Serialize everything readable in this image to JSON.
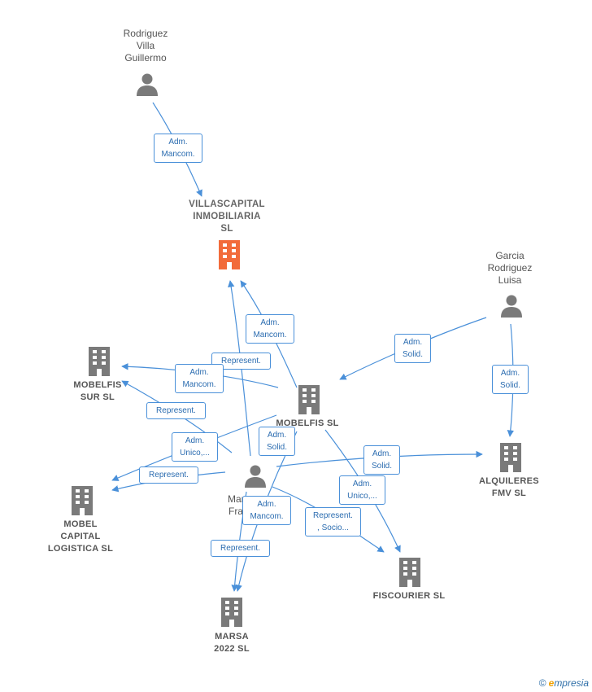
{
  "people": [
    {
      "id": "p1",
      "label": "Rodriguez\nVilla\nGuillermo"
    },
    {
      "id": "p2",
      "label": "Garcia\nRodriguez\nLuisa"
    },
    {
      "id": "p3",
      "label": "Mar...\nFra..."
    }
  ],
  "companies": [
    {
      "id": "c1",
      "label": "VILLASCAPITAL\nINMOBILIARIA\nSL",
      "highlight": true
    },
    {
      "id": "c2",
      "label": "MOBELFIS\nSUR SL",
      "highlight": false
    },
    {
      "id": "c3",
      "label": "MOBELFIS SL",
      "highlight": false
    },
    {
      "id": "c4",
      "label": "ALQUILERES\nFMV SL",
      "highlight": false
    },
    {
      "id": "c5",
      "label": "MOBEL\nCAPITAL\nLOGISTICA SL",
      "highlight": false
    },
    {
      "id": "c6",
      "label": "FISCOURIER SL",
      "highlight": false
    },
    {
      "id": "c7",
      "label": "MARSA\n2022 SL",
      "highlight": false
    }
  ],
  "edge_labels": [
    {
      "id": "e1",
      "text": "Adm.\nMancom."
    },
    {
      "id": "e2",
      "text": "Adm.\nMancom."
    },
    {
      "id": "e3",
      "text": "Represent."
    },
    {
      "id": "e4",
      "text": "Adm.\nMancom."
    },
    {
      "id": "e5",
      "text": "Adm.\nSolid."
    },
    {
      "id": "e6",
      "text": "Adm.\nSolid."
    },
    {
      "id": "e7",
      "text": "Represent."
    },
    {
      "id": "e8",
      "text": "Adm.\nUnico,..."
    },
    {
      "id": "e9",
      "text": "Adm.\nSolid."
    },
    {
      "id": "e10",
      "text": "Represent."
    },
    {
      "id": "e11",
      "text": "Adm.\nSolid."
    },
    {
      "id": "e12",
      "text": "Adm.\nUnico,..."
    },
    {
      "id": "e13",
      "text": "Adm.\nMancom."
    },
    {
      "id": "e14",
      "text": "Represent.\n, Socio..."
    },
    {
      "id": "e15",
      "text": "Represent."
    }
  ],
  "watermark": {
    "copyright": "©",
    "brand_initial": "e",
    "brand_rest": "mpresia"
  },
  "colors": {
    "edge": "#4a90d9",
    "node_gray": "#7a7a7a",
    "highlight": "#f26b3a"
  }
}
